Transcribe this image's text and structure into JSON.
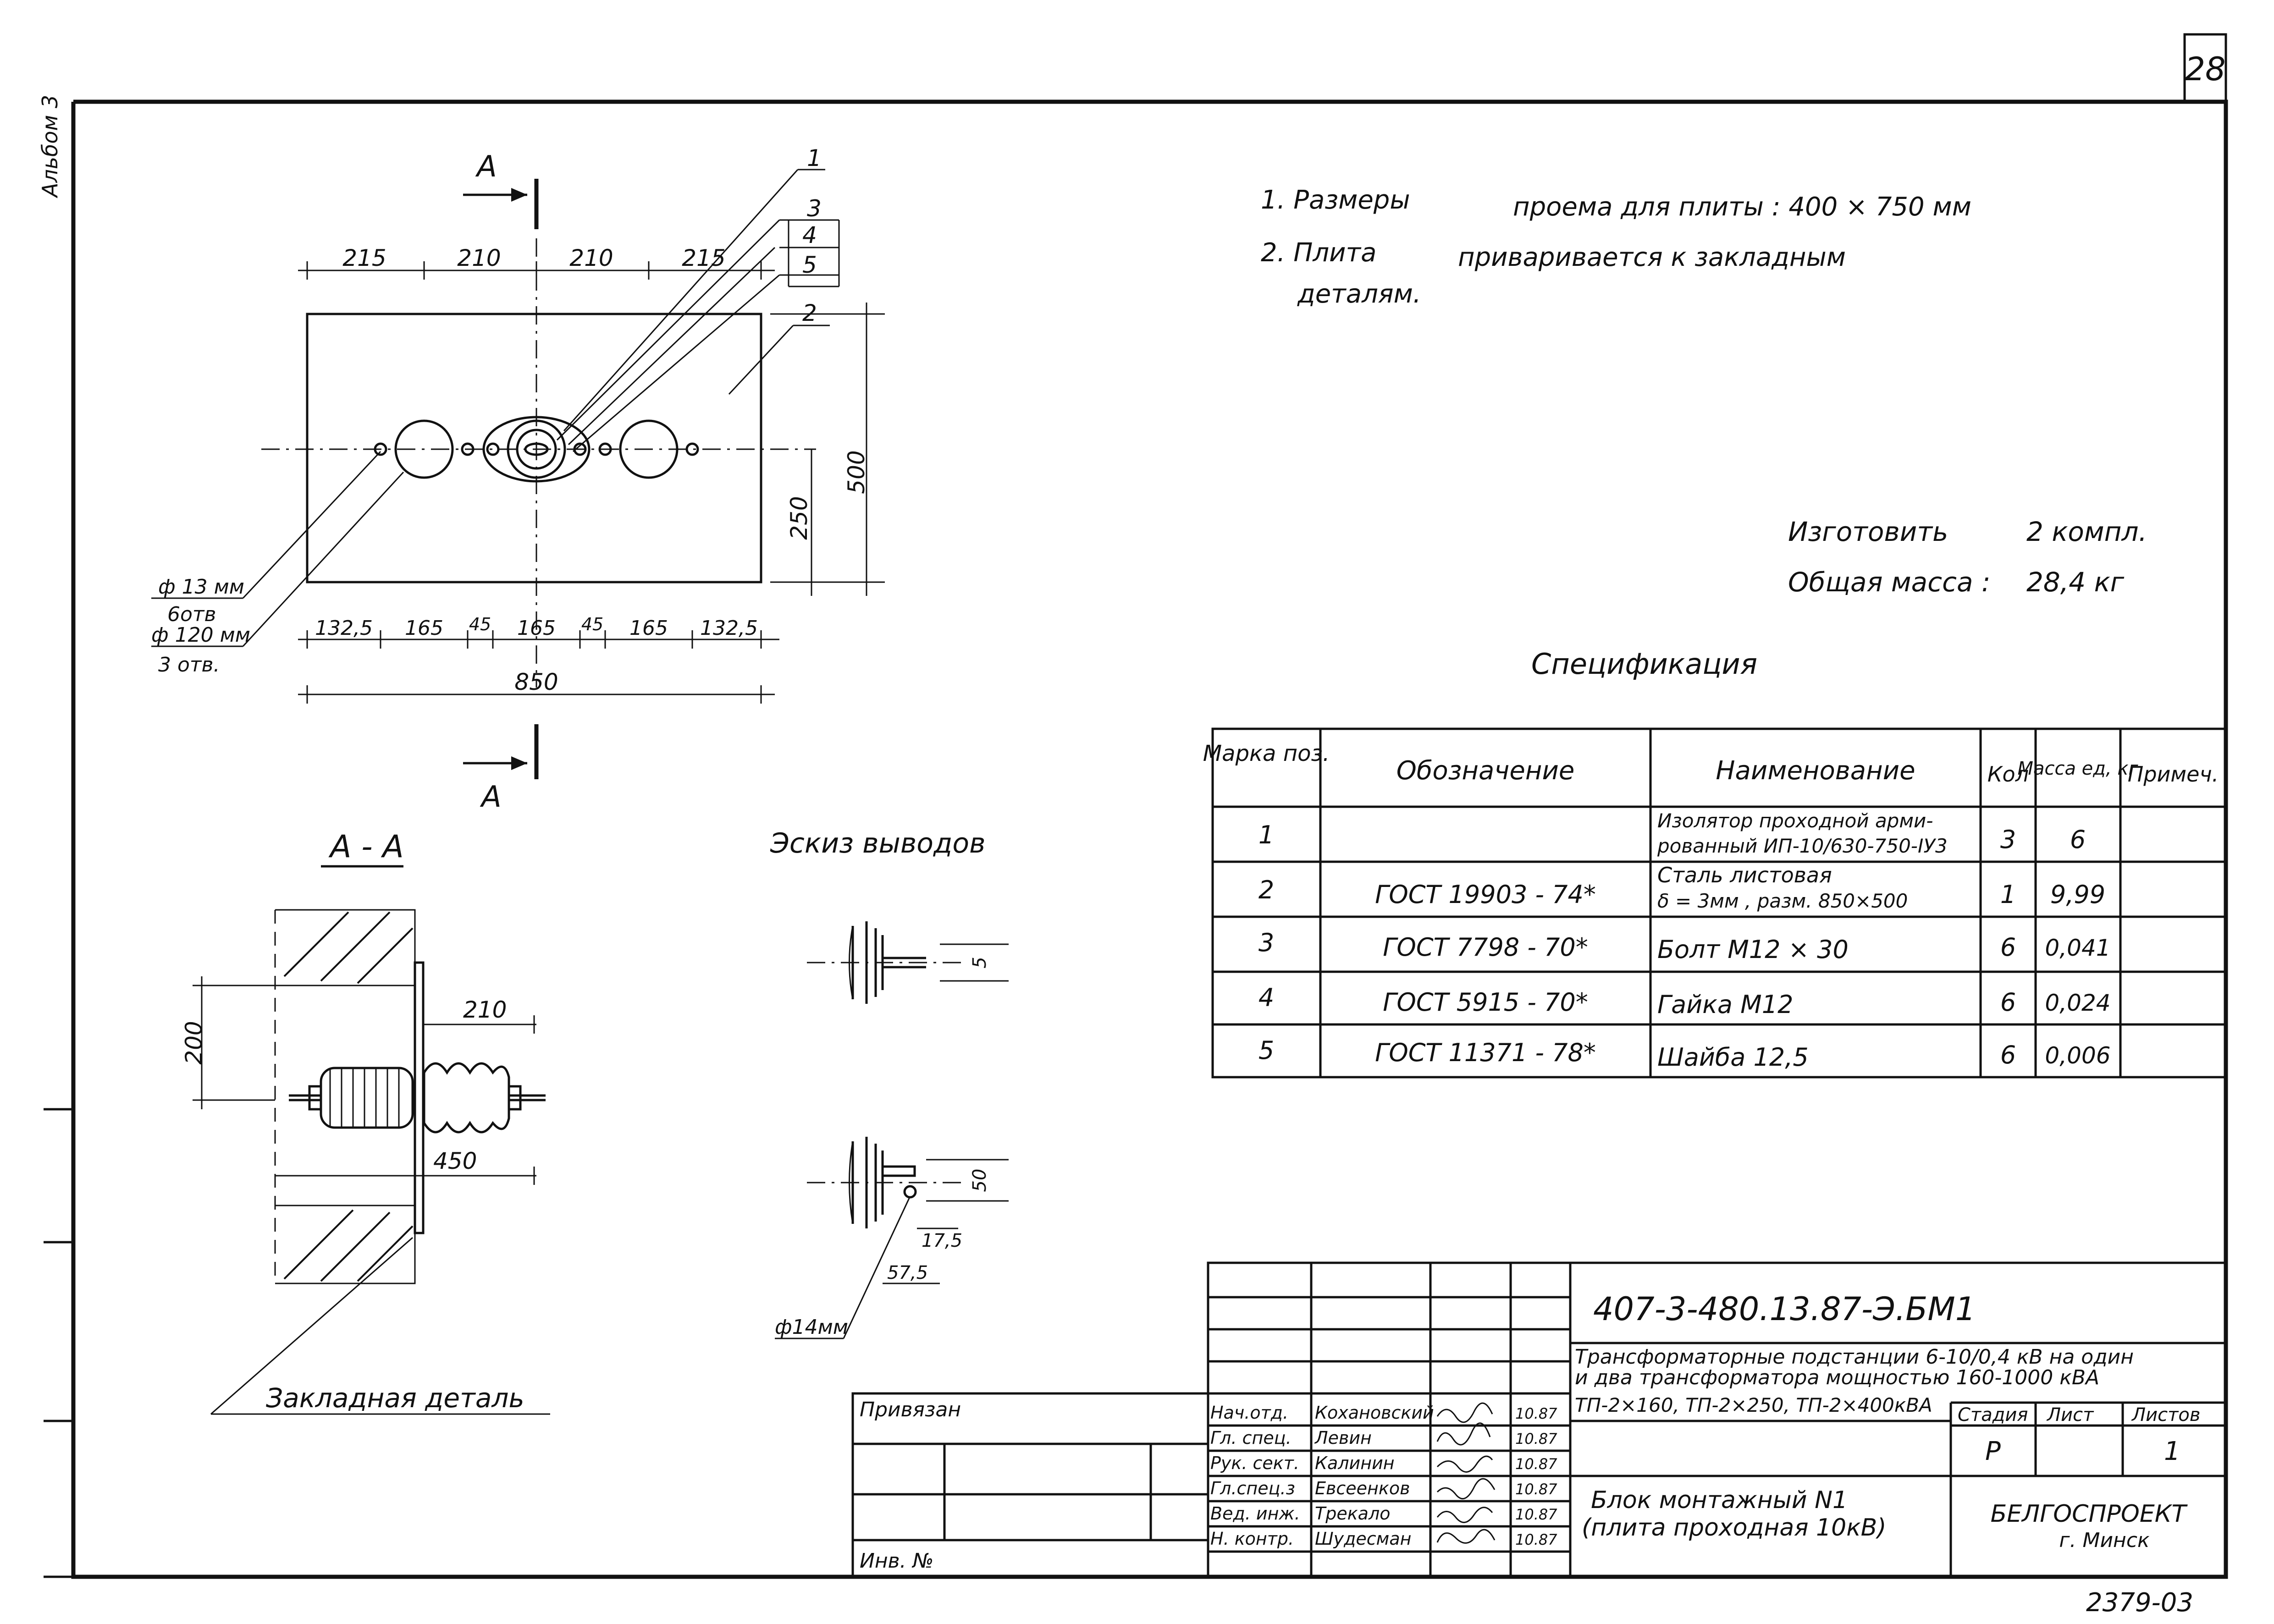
{
  "sheet": {
    "number": "28",
    "album": "Альбом 3",
    "archive_number": "2379-03"
  },
  "notes": {
    "note1_label": "1. Размеры",
    "note1_text": "проема    для плиты :    400 × 750 мм",
    "note2_label": "2. Плита",
    "note2_text": "приваривается    к    закладным",
    "note2_text2": "деталям."
  },
  "manufacture": {
    "make_label": "Изготовить",
    "make_value": "2 компл.",
    "mass_label": "Общая масса :",
    "mass_value": "28,4 кг"
  },
  "plan_view": {
    "section_letter": "А",
    "top_dims": [
      "215",
      "210",
      "210",
      "215"
    ],
    "bottom_dims": [
      "132,5",
      "165",
      "45",
      "165",
      "45",
      "165",
      "132,5"
    ],
    "overall_width": "850",
    "height_total": "500",
    "height_half": "250",
    "callouts": [
      "1",
      "3",
      "4",
      "5",
      "2"
    ],
    "hole_small_label": "ф 13 мм",
    "hole_small_count": "6отв",
    "hole_large_label": "ф 120 мм",
    "hole_large_count": "3 отв."
  },
  "section_view": {
    "title": "А - А",
    "dim_200": "200",
    "dim_210": "210",
    "dim_450": "450",
    "embedded_label": "Закладная   деталь"
  },
  "leads_sketch": {
    "title": "Эскиз   выводов",
    "dim_5": "5",
    "dim_50": "50",
    "dim_17_5": "17,5",
    "dim_57_5": "57,5",
    "hole_label": "ф14мм"
  },
  "spec": {
    "title": "Спецификация",
    "headers": [
      "Марка поз.",
      "Обозначение",
      "Наименование",
      "Кол",
      "Масса ед, кг",
      "Примеч."
    ],
    "rows": [
      {
        "pos": "1",
        "designation": "",
        "name_line1": "Изолятор проходной арми-",
        "name_line2": "рованный ИП-10/630-750-IУ3",
        "qty": "3",
        "mass": "6",
        "note": ""
      },
      {
        "pos": "2",
        "designation": "ГОСТ 19903 - 74*",
        "name_line1": "Сталь листовая",
        "name_line2": "δ = 3мм , разм. 850×500",
        "qty": "1",
        "mass": "9,99",
        "note": ""
      },
      {
        "pos": "3",
        "designation": "ГОСТ  7798 - 70*",
        "name_line1": "Болт   М12 × 30",
        "name_line2": "",
        "qty": "6",
        "mass": "0,041",
        "note": ""
      },
      {
        "pos": "4",
        "designation": "ГОСТ  5915 - 70*",
        "name_line1": "Гайка  М12",
        "name_line2": "",
        "qty": "6",
        "mass": "0,024",
        "note": ""
      },
      {
        "pos": "5",
        "designation": "ГОСТ  11371 - 78*",
        "name_line1": "Шайба  12,5",
        "name_line2": "",
        "qty": "6",
        "mass": "0,006",
        "note": ""
      }
    ]
  },
  "title_block": {
    "doc_code": "407-3-480.13.87-Э.БМ1",
    "project_line1": "Трансформаторные подстанции 6-10/0,4 кВ на один",
    "project_line2": "и два трансформатора мощностью 160-1000 кВА",
    "variants": "ТП-2×160, ТП-2×250, ТП-2×400кВА",
    "stage_label": "Стадия",
    "sheet_label": "Лист",
    "sheets_label": "Листов",
    "stage_value": "Р",
    "sheets_value": "1",
    "drawing_title_line1": "Блок монтажный  N1",
    "drawing_title_line2": "(плита  проходная 10кВ)",
    "org_name": "БЕЛГОСПРОЕКТ",
    "org_city": "г. Минск",
    "linked_label": "Привязан",
    "inv_label": "Инв. №",
    "staff": [
      {
        "role": "Нач.отд.",
        "name": "Кохановский",
        "date": "10.87"
      },
      {
        "role": "Гл. спец.",
        "name": "Левин",
        "date": "10.87"
      },
      {
        "role": "Рук. сект.",
        "name": "Калинин",
        "date": "10.87"
      },
      {
        "role": "Гл.спец.з",
        "name": "Евсеенков",
        "date": "10.87"
      },
      {
        "role": "Вед. инж.",
        "name": "Трекало",
        "date": "10.87"
      },
      {
        "role": "Н. контр.",
        "name": "Шудесман",
        "date": "10.87"
      }
    ]
  }
}
